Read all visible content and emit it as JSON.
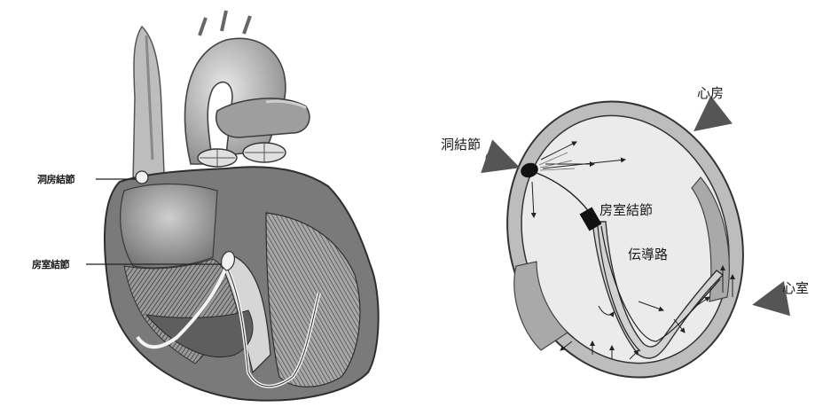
{
  "left_labels": {
    "sa_node": "洞房結節",
    "av_node": "房室結節"
  },
  "right_labels": {
    "sa_node": "洞結節",
    "av_node": "房室結節",
    "conduction": "伝導路",
    "atrium": "心房",
    "ventricle": "心室"
  }
}
